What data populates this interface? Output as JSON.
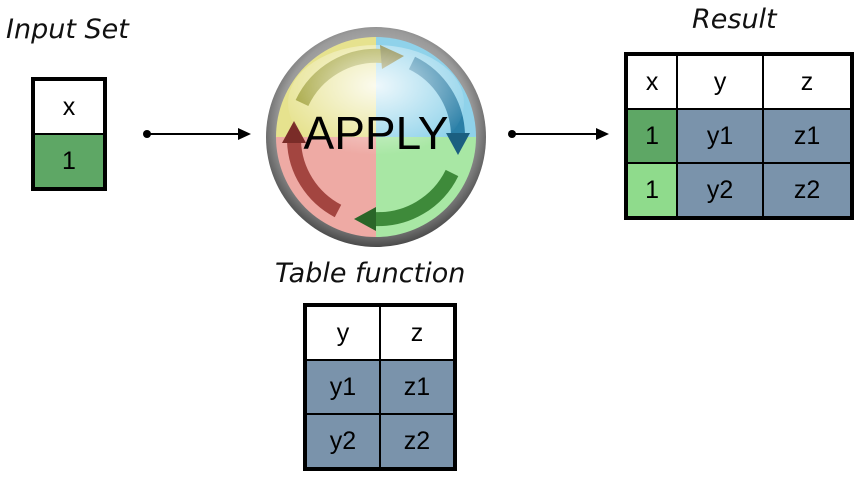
{
  "input_set": {
    "title": "Input Set",
    "header": [
      "x"
    ],
    "rows": [
      [
        "1"
      ]
    ]
  },
  "apply": {
    "label": "APPLY"
  },
  "result": {
    "title": "Result",
    "header": [
      "x",
      "y",
      "z"
    ],
    "rows": [
      [
        "1",
        "y1",
        "z1"
      ],
      [
        "1",
        "y2",
        "z2"
      ]
    ]
  },
  "table_function": {
    "title": "Table function",
    "header": [
      "y",
      "z"
    ],
    "rows": [
      [
        "y1",
        "z1"
      ],
      [
        "y2",
        "z2"
      ]
    ]
  },
  "colors": {
    "x_cell_dark": "#5ea765",
    "x_cell_light": "#8fdb8c",
    "value_cell": "#7a93ab"
  }
}
